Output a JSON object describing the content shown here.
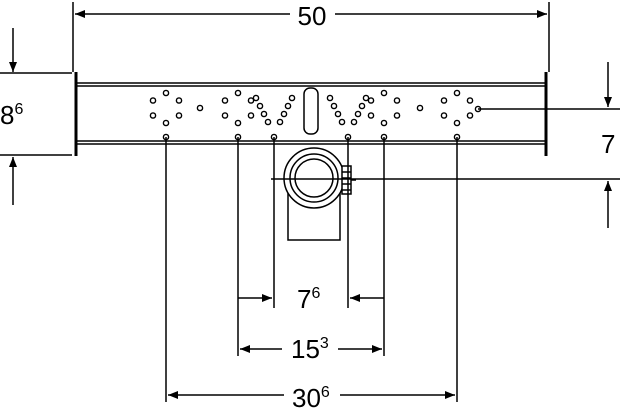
{
  "dimensions": {
    "top_width": {
      "value": "50"
    },
    "left_height": {
      "main": "8",
      "sup": "6"
    },
    "right_offset": {
      "value": "7"
    },
    "inner_spacing": {
      "main": "7",
      "sup": "6"
    },
    "middle_spacing": {
      "main": "15",
      "sup": "3"
    },
    "outer_spacing": {
      "main": "30",
      "sup": "6"
    }
  },
  "colors": {
    "line": "#000000",
    "background": "#ffffff"
  }
}
